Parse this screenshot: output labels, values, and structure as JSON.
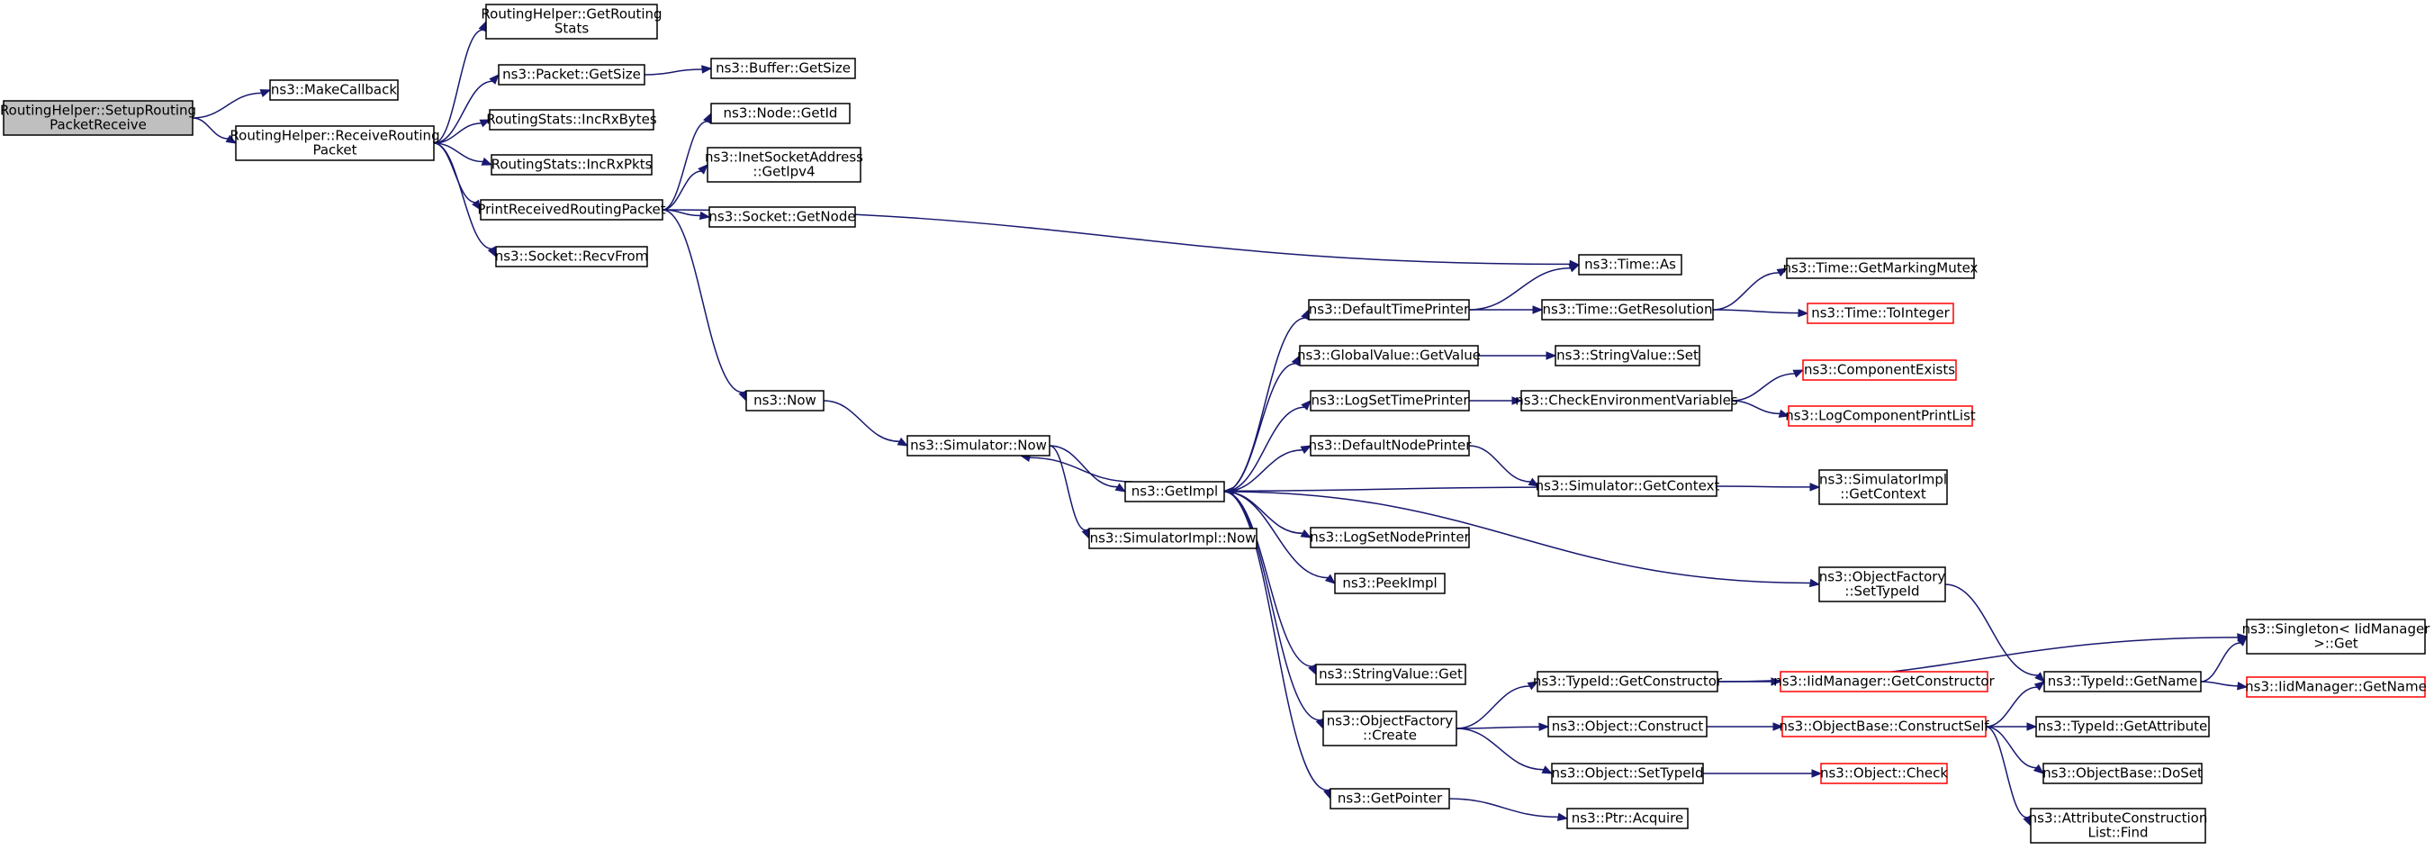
{
  "graph": {
    "nodes": [
      {
        "id": "n0",
        "lines": [
          "RoutingHelper::SetupRouting",
          "PacketReceive"
        ],
        "style": "root"
      },
      {
        "id": "n1",
        "lines": [
          "ns3::MakeCallback"
        ],
        "style": "normal"
      },
      {
        "id": "n2",
        "lines": [
          "RoutingHelper::ReceiveRouting",
          "Packet"
        ],
        "style": "normal"
      },
      {
        "id": "n3",
        "lines": [
          "RoutingHelper::GetRouting",
          "Stats"
        ],
        "style": "normal"
      },
      {
        "id": "n4",
        "lines": [
          "ns3::Packet::GetSize"
        ],
        "style": "normal"
      },
      {
        "id": "n5",
        "lines": [
          "RoutingStats::IncRxBytes"
        ],
        "style": "normal"
      },
      {
        "id": "n6",
        "lines": [
          "RoutingStats::IncRxPkts"
        ],
        "style": "normal"
      },
      {
        "id": "n7",
        "lines": [
          "PrintReceivedRoutingPacket"
        ],
        "style": "normal"
      },
      {
        "id": "n8",
        "lines": [
          "ns3::Socket::RecvFrom"
        ],
        "style": "normal"
      },
      {
        "id": "n9",
        "lines": [
          "ns3::Buffer::GetSize"
        ],
        "style": "normal"
      },
      {
        "id": "n10",
        "lines": [
          "ns3::Node::GetId"
        ],
        "style": "normal"
      },
      {
        "id": "n11",
        "lines": [
          "ns3::InetSocketAddress",
          "::GetIpv4"
        ],
        "style": "normal"
      },
      {
        "id": "n12",
        "lines": [
          "ns3::Socket::GetNode"
        ],
        "style": "normal"
      },
      {
        "id": "n13",
        "lines": [
          "ns3::Time::As"
        ],
        "style": "normal"
      },
      {
        "id": "n14",
        "lines": [
          "ns3::Now"
        ],
        "style": "normal"
      },
      {
        "id": "n15",
        "lines": [
          "ns3::Simulator::Now"
        ],
        "style": "normal"
      },
      {
        "id": "n16",
        "lines": [
          "ns3::GetImpl"
        ],
        "style": "normal"
      },
      {
        "id": "n17",
        "lines": [
          "ns3::SimulatorImpl::Now"
        ],
        "style": "normal"
      },
      {
        "id": "n18",
        "lines": [
          "ns3::DefaultTimePrinter"
        ],
        "style": "normal"
      },
      {
        "id": "n19",
        "lines": [
          "ns3::GlobalValue::GetValue"
        ],
        "style": "normal"
      },
      {
        "id": "n20",
        "lines": [
          "ns3::LogSetTimePrinter"
        ],
        "style": "normal"
      },
      {
        "id": "n21",
        "lines": [
          "ns3::DefaultNodePrinter"
        ],
        "style": "normal"
      },
      {
        "id": "n22",
        "lines": [
          "ns3::LogSetNodePrinter"
        ],
        "style": "normal"
      },
      {
        "id": "n23",
        "lines": [
          "ns3::PeekImpl"
        ],
        "style": "normal"
      },
      {
        "id": "n24",
        "lines": [
          "ns3::StringValue::Get"
        ],
        "style": "normal"
      },
      {
        "id": "n25",
        "lines": [
          "ns3::ObjectFactory",
          "::Create"
        ],
        "style": "normal"
      },
      {
        "id": "n26",
        "lines": [
          "ns3::GetPointer"
        ],
        "style": "normal"
      },
      {
        "id": "n27",
        "lines": [
          "ns3::Time::GetResolution"
        ],
        "style": "normal"
      },
      {
        "id": "n28",
        "lines": [
          "ns3::StringValue::Set"
        ],
        "style": "normal"
      },
      {
        "id": "n29",
        "lines": [
          "ns3::CheckEnvironmentVariables"
        ],
        "style": "normal"
      },
      {
        "id": "n30",
        "lines": [
          "ns3::Simulator::GetContext"
        ],
        "style": "normal"
      },
      {
        "id": "n31",
        "lines": [
          "ns3::ObjectFactory",
          "::SetTypeId"
        ],
        "style": "normal"
      },
      {
        "id": "n32",
        "lines": [
          "ns3::TypeId::GetConstructor"
        ],
        "style": "normal"
      },
      {
        "id": "n33",
        "lines": [
          "ns3::Object::Construct"
        ],
        "style": "normal"
      },
      {
        "id": "n34",
        "lines": [
          "ns3::Object::SetTypeId"
        ],
        "style": "normal"
      },
      {
        "id": "n35",
        "lines": [
          "ns3::Ptr::Acquire"
        ],
        "style": "normal"
      },
      {
        "id": "n36",
        "lines": [
          "ns3::Time::GetMarkingMutex"
        ],
        "style": "normal"
      },
      {
        "id": "n37",
        "lines": [
          "ns3::Time::ToInteger"
        ],
        "style": "red"
      },
      {
        "id": "n38",
        "lines": [
          "ns3::ComponentExists"
        ],
        "style": "red"
      },
      {
        "id": "n39",
        "lines": [
          "ns3::LogComponentPrintList"
        ],
        "style": "red"
      },
      {
        "id": "n40",
        "lines": [
          "ns3::SimulatorImpl",
          "::GetContext"
        ],
        "style": "normal"
      },
      {
        "id": "n41",
        "lines": [
          "ns3::IidManager::GetConstructor"
        ],
        "style": "red"
      },
      {
        "id": "n42",
        "lines": [
          "ns3::ObjectBase::ConstructSelf"
        ],
        "style": "red"
      },
      {
        "id": "n43",
        "lines": [
          "ns3::Object::Check"
        ],
        "style": "red"
      },
      {
        "id": "n44",
        "lines": [
          "ns3::Singleton< IidManager",
          ">::Get"
        ],
        "style": "normal"
      },
      {
        "id": "n45",
        "lines": [
          "ns3::TypeId::GetName"
        ],
        "style": "normal"
      },
      {
        "id": "n46",
        "lines": [
          "ns3::TypeId::GetAttribute"
        ],
        "style": "normal"
      },
      {
        "id": "n47",
        "lines": [
          "ns3::ObjectBase::DoSet"
        ],
        "style": "normal"
      },
      {
        "id": "n48",
        "lines": [
          "ns3::AttributeConstruction",
          "List::Find"
        ],
        "style": "normal"
      },
      {
        "id": "n49",
        "lines": [
          "ns3::IidManager::GetName"
        ],
        "style": "red"
      }
    ],
    "edges": [
      [
        "n0",
        "n1"
      ],
      [
        "n0",
        "n2"
      ],
      [
        "n2",
        "n3"
      ],
      [
        "n2",
        "n4"
      ],
      [
        "n2",
        "n5"
      ],
      [
        "n2",
        "n6"
      ],
      [
        "n2",
        "n7"
      ],
      [
        "n2",
        "n8"
      ],
      [
        "n4",
        "n9"
      ],
      [
        "n7",
        "n10"
      ],
      [
        "n7",
        "n11"
      ],
      [
        "n7",
        "n12"
      ],
      [
        "n7",
        "n13"
      ],
      [
        "n7",
        "n14"
      ],
      [
        "n14",
        "n15"
      ],
      [
        "n15",
        "n16"
      ],
      [
        "n15",
        "n17"
      ],
      [
        "n16",
        "n18"
      ],
      [
        "n16",
        "n15"
      ],
      [
        "n16",
        "n19"
      ],
      [
        "n16",
        "n20"
      ],
      [
        "n16",
        "n21"
      ],
      [
        "n16",
        "n22"
      ],
      [
        "n16",
        "n23"
      ],
      [
        "n16",
        "n31"
      ],
      [
        "n16",
        "n24"
      ],
      [
        "n16",
        "n25"
      ],
      [
        "n16",
        "n26"
      ],
      [
        "n18",
        "n13"
      ],
      [
        "n18",
        "n27"
      ],
      [
        "n27",
        "n36"
      ],
      [
        "n27",
        "n37"
      ],
      [
        "n19",
        "n28"
      ],
      [
        "n20",
        "n29"
      ],
      [
        "n29",
        "n38"
      ],
      [
        "n29",
        "n39"
      ],
      [
        "n21",
        "n30"
      ],
      [
        "n30",
        "n16"
      ],
      [
        "n30",
        "n40"
      ],
      [
        "n31",
        "n45"
      ],
      [
        "n25",
        "n32"
      ],
      [
        "n25",
        "n33"
      ],
      [
        "n25",
        "n34"
      ],
      [
        "n32",
        "n44"
      ],
      [
        "n32",
        "n41"
      ],
      [
        "n33",
        "n42"
      ],
      [
        "n42",
        "n45"
      ],
      [
        "n42",
        "n46"
      ],
      [
        "n42",
        "n47"
      ],
      [
        "n42",
        "n48"
      ],
      [
        "n45",
        "n44"
      ],
      [
        "n45",
        "n49"
      ],
      [
        "n34",
        "n43"
      ],
      [
        "n26",
        "n35"
      ]
    ]
  }
}
